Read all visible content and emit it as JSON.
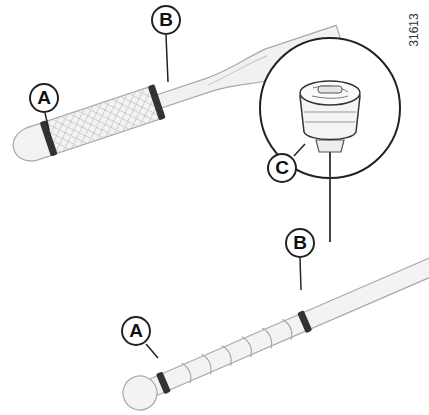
{
  "diagram": {
    "labels": [
      "B",
      "A",
      "31613",
      "C",
      "B",
      "A"
    ]
  }
}
